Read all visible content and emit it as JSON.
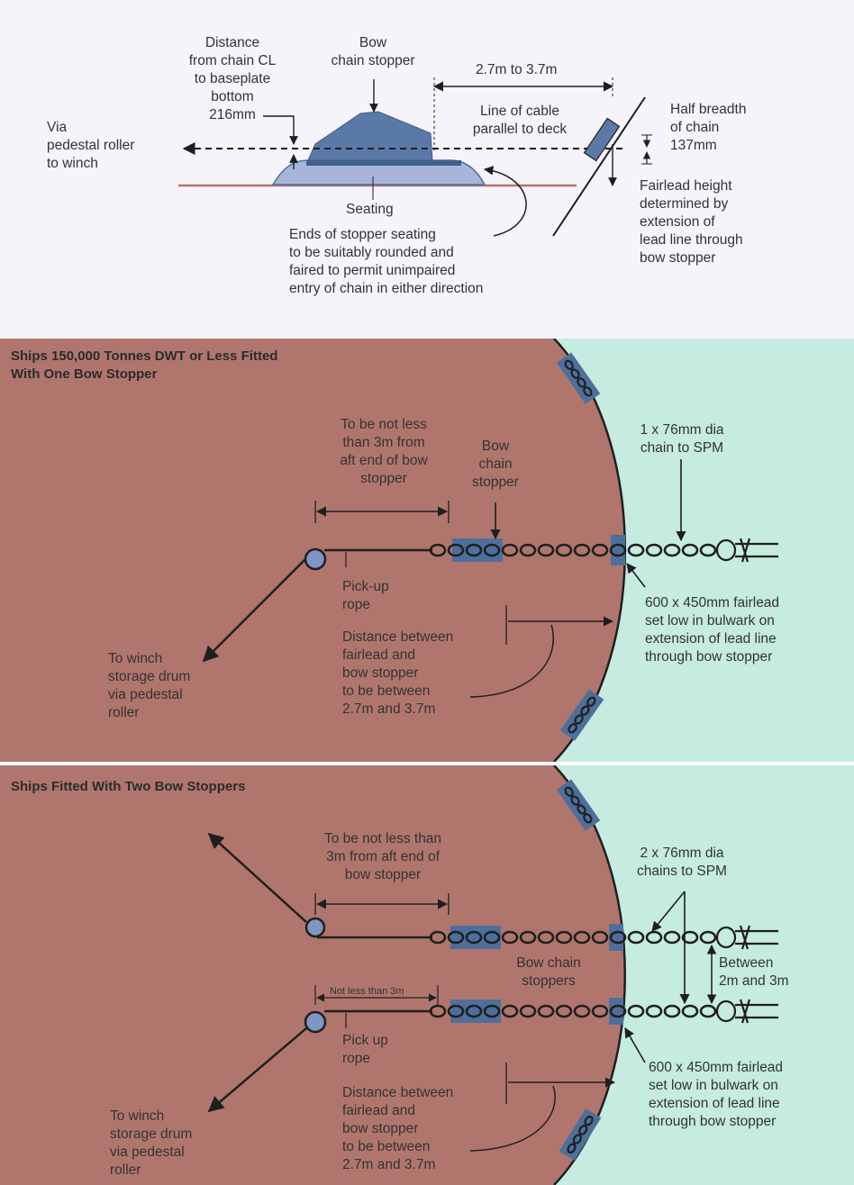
{
  "top": {
    "via_pedestal": "Via\npedestal roller\nto winch",
    "distance_chain_cl": "Distance\nfrom chain CL\nto baseplate\nbottom\n216mm",
    "bow_chain_stopper": "Bow\nchain stopper",
    "span_label": "2.7m to 3.7m",
    "line_of_cable": "Line of cable\nparallel to deck",
    "half_breadth": "Half breadth\nof chain\n137mm",
    "fairlead_height": "Fairlead height\ndetermined by\nextension of\nlead line through\nbow stopper",
    "seating": "Seating",
    "ends_of_stopper": "Ends of stopper seating\nto be suitably rounded and\nfaired to permit unimpaired\nentry of chain in either direction"
  },
  "single": {
    "title": "Ships 150,000 Tonnes DWT or Less Fitted\nWith One Bow Stopper",
    "not_less_than": "To be not less\nthan 3m from\naft end of bow\nstopper",
    "bow_chain_stopper": "Bow\nchain\nstopper",
    "chain_to_spm": "1 x 76mm dia\nchain to SPM",
    "pick_up_rope": "Pick-up\nrope",
    "fairlead_note": "600 x 450mm fairlead\nset low in bulwark on\nextension of lead line\nthrough bow stopper",
    "distance_between": "Distance between\nfairlead and\nbow stopper\nto be between\n2.7m and 3.7m",
    "to_winch": "To winch\nstorage drum\nvia pedestal\nroller"
  },
  "double": {
    "title": "Ships Fitted With Two Bow Stoppers",
    "not_less_than": "To be not less than\n3m from aft end of\nbow stopper",
    "chains_to_spm": "2 x 76mm dia\nchains to SPM",
    "not_less_than_3m": "Not less than 3m",
    "bow_chain_stoppers": "Bow chain\nstoppers",
    "between": "Between\n2m and 3m",
    "pick_up_rope": "Pick up\nrope",
    "fairlead_note": "600 x 450mm fairlead\nset low in bulwark on\nextension of lead line\nthrough bow stopper",
    "distance_between": "Distance between\nfairlead and\nbow stopper\nto be between\n2.7m and 3.7m",
    "to_winch": "To winch\nstorage drum\nvia pedestal\nroller"
  },
  "colors": {
    "deck": "#b0766d",
    "sea": "#c6ebe0",
    "stopper_block": "#4e6f9b",
    "roller": "#7e96c3",
    "line": "#1f1f1f",
    "top_background": "#f6f3fb"
  }
}
